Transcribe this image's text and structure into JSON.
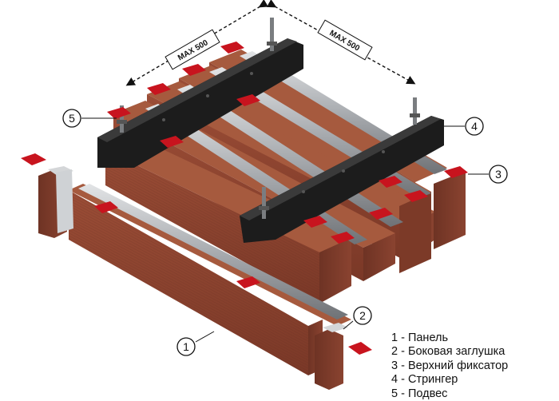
{
  "dimensions": [
    {
      "label": "MAX 500"
    },
    {
      "label": "MAX 500"
    }
  ],
  "callouts": [
    {
      "number": "1"
    },
    {
      "number": "2"
    },
    {
      "number": "3"
    },
    {
      "number": "4"
    },
    {
      "number": "5"
    }
  ],
  "legend": [
    "1 - Панель",
    "2 - Боковая заглушка",
    "3 - Верхний фиксатор",
    "4 - Стрингер",
    "5 - Подвес"
  ],
  "colors": {
    "wood": "#8a4330",
    "wood_top": "#a65a3e",
    "wood_dark": "#5e2c1f",
    "clip_red": "#c8141e",
    "stringer_black": "#1c1c1c",
    "rail_silver": "#b9bcc0"
  }
}
